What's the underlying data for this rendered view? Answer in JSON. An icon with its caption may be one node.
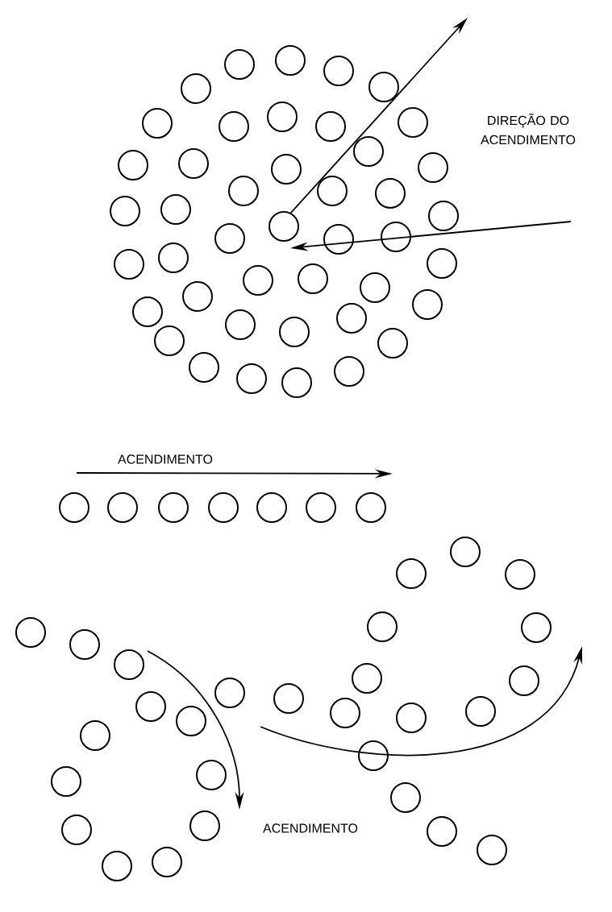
{
  "diagram": {
    "labels": [
      "DIREÇÃO DO ACENDIMENTO",
      "ACENDIMENTO",
      "ACENDIMENTO"
    ]
  }
}
